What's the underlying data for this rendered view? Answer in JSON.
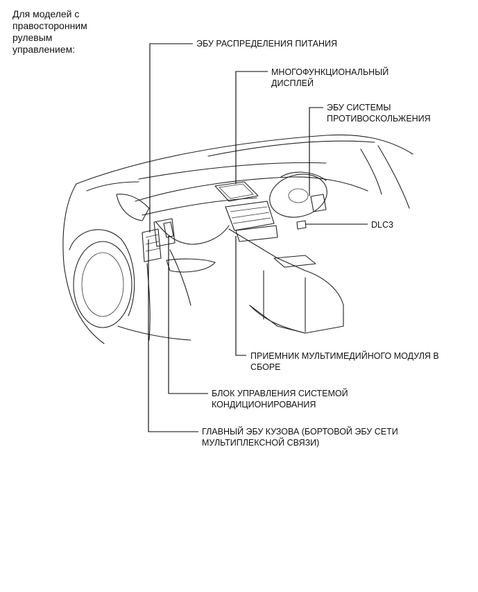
{
  "heading": "Для моделей с\nправосторонним\nрулевым\nуправлением:",
  "labels": {
    "power_ecu": "ЭБУ РАСПРЕДЕЛЕНИЯ ПИТАНИЯ",
    "display": "МНОГОФУНКЦИОНАЛЬНЫЙ\nДИСПЛЕЙ",
    "skid_ecu": "ЭБУ СИСТЕМЫ\nПРОТИВОСКОЛЬЖЕНИЯ",
    "dlc3": "DLC3",
    "receiver": "ПРИЕМНИК МУЛЬТИМЕДИЙНОГО МОДУЛЯ В\nСБОРЕ",
    "ac_unit": "БЛОК УПРАВЛЕНИЯ СИСТЕМОЙ\nКОНДИЦИОНИРОВАНИЯ",
    "body_ecu": "ГЛАВНЫЙ ЭБУ КУЗОВА (БОРТОВОЙ ЭБУ СЕТИ\nМУЛЬТИПЛЕКСНОЙ СВЯЗИ)"
  }
}
